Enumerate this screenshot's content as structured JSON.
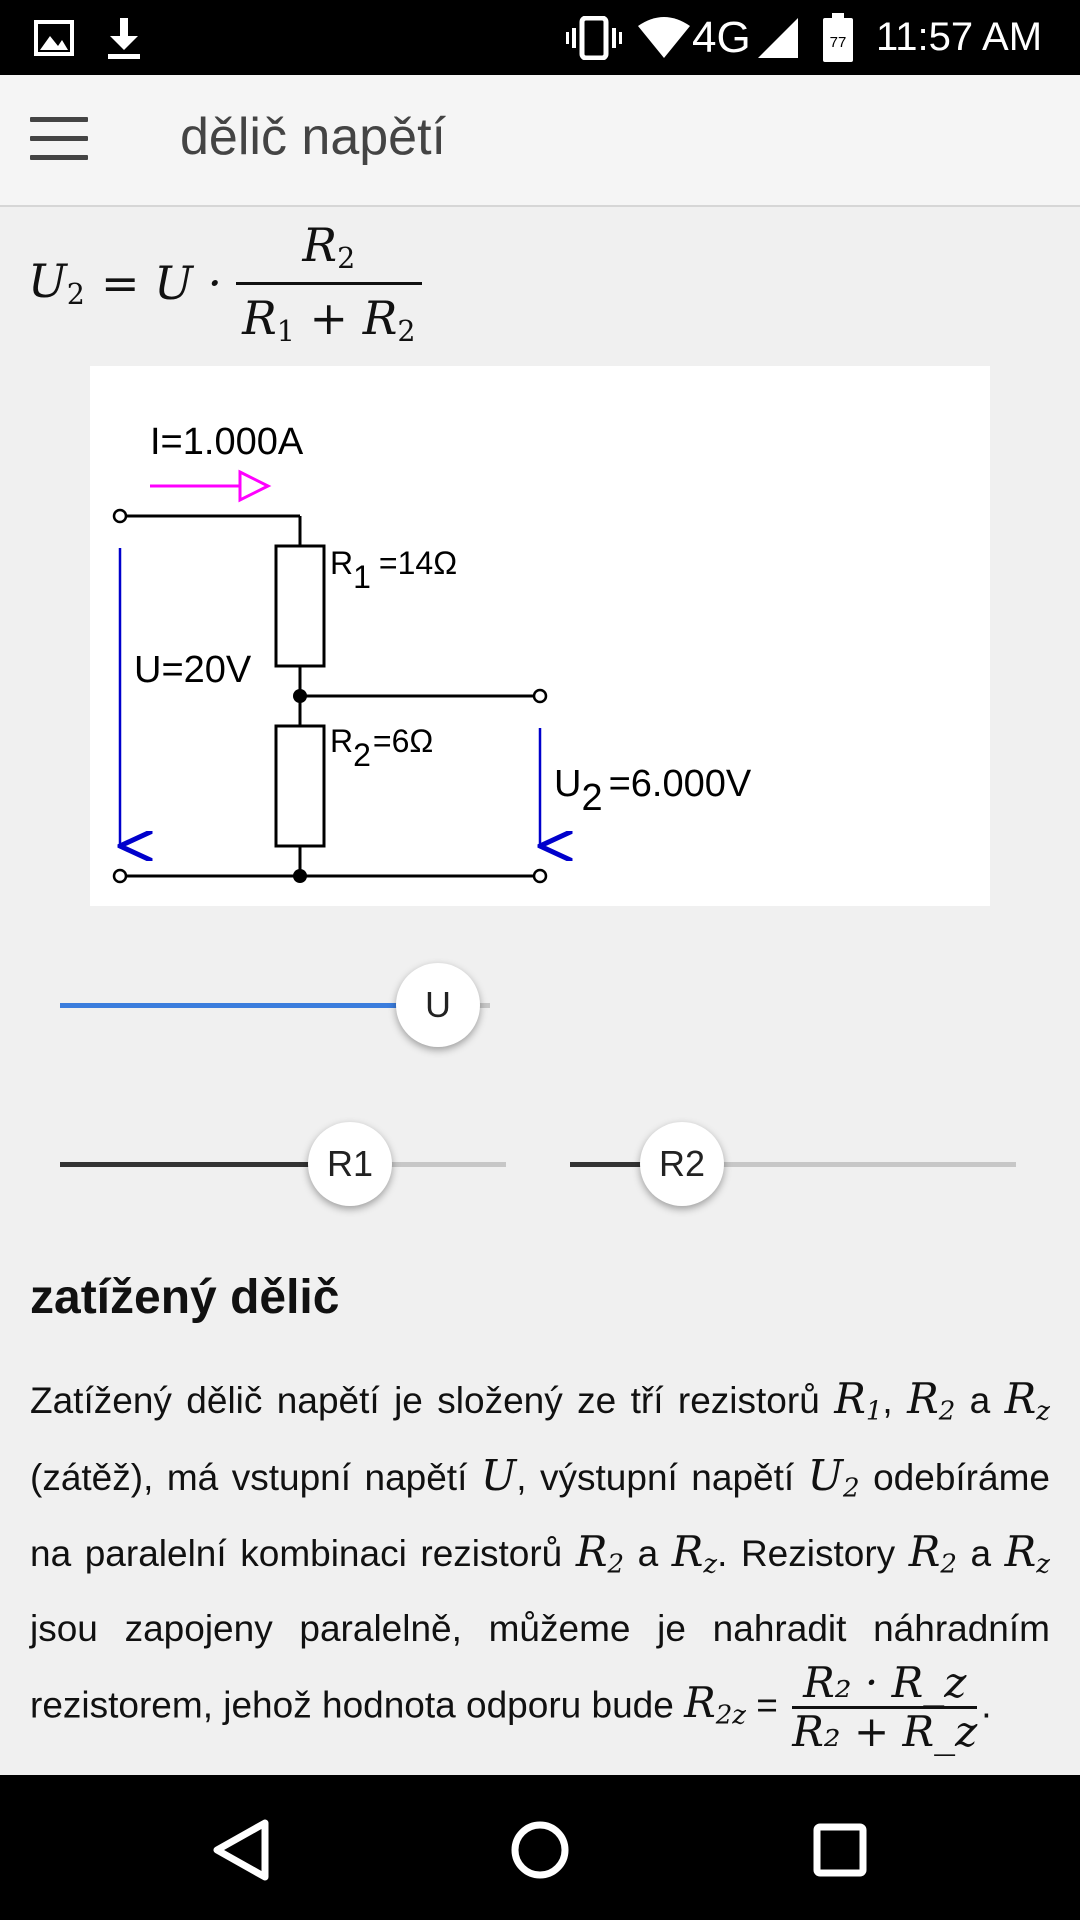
{
  "status_bar": {
    "time": "11:57 AM",
    "network": "4G",
    "battery_level": "77"
  },
  "app_bar": {
    "title": "dělič napětí"
  },
  "formula": {
    "lhs_symbol": "U",
    "lhs_sub": "2",
    "mid": "= U ·",
    "num_symbol": "R",
    "num_sub": "2",
    "den_symbol1": "R",
    "den_sub1": "1",
    "den_plus": " + ",
    "den_symbol2": "R",
    "den_sub2": "2"
  },
  "circuit": {
    "current_label": "I=1.000A",
    "voltage_label": "U=20V",
    "r1_letter": "R",
    "r1_sub": "1",
    "r1_value": "=14Ω",
    "r2_letter": "R",
    "r2_sub": "2",
    "r2_value": "=6Ω",
    "u2_letter": "U",
    "u2_sub": "2",
    "u2_value": "=6.000V",
    "colors": {
      "current_arrow": "#ff00ff",
      "voltage_arrow": "#0000cc",
      "wire": "#000000"
    }
  },
  "sliders": {
    "u": {
      "label": "U",
      "fraction": 0.88,
      "color": "#3b7ddd"
    },
    "r1": {
      "label": "R1",
      "fraction": 0.65,
      "color": "#333333"
    },
    "r2": {
      "label": "R2",
      "fraction": 0.25,
      "color": "#333333"
    }
  },
  "section": {
    "title": "zatížený dělič",
    "t1": "Zatížený dělič napětí je složený ze tří rezistorů ",
    "t2": ", ",
    "t3": " a ",
    "t4": " (zátěž), má vstupní napětí ",
    "t5": ", výstupní napětí ",
    "t6": " odebíráme na paralelní kombinaci rezistorů ",
    "t7": " a ",
    "t8": ". Rezistory ",
    "t9": " a ",
    "t10": " jsou zapojeny paralelně, můžeme je nahradit náhradním rezistorem, jehož hodnota odporu bude ",
    "t11": " = ",
    "t12": ".",
    "sym_R": "R",
    "sym_U": "U",
    "sub_1": "1",
    "sub_2": "2",
    "sub_z": "z",
    "sub_2z": "2z",
    "frac_num": "R₂ · R_z",
    "frac_den": "R₂ + R_z"
  }
}
